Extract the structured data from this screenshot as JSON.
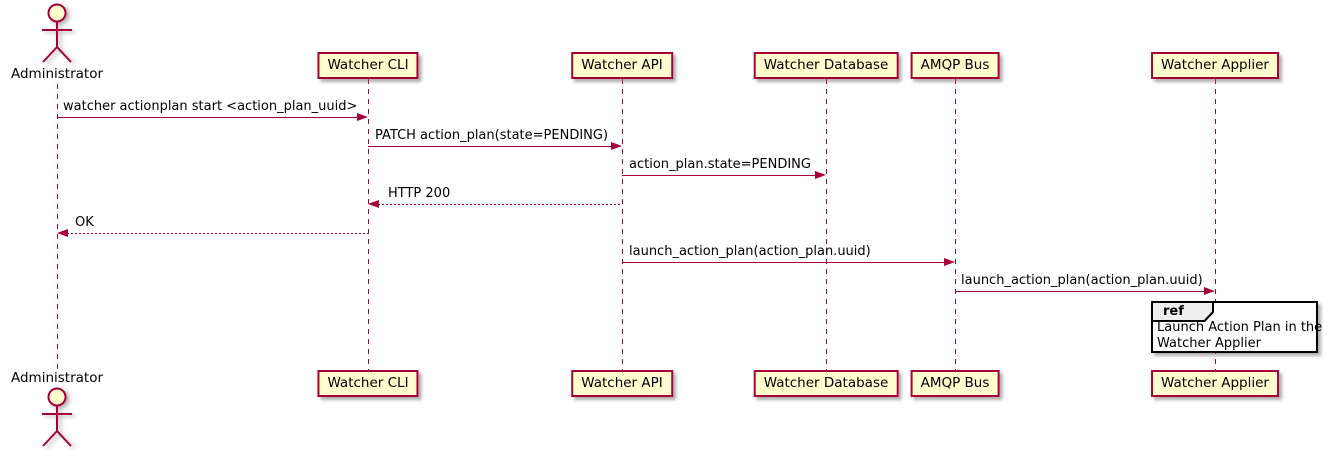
{
  "diagram": {
    "type": "sequence",
    "participants": [
      {
        "label": "Administrator",
        "kind": "actor"
      },
      {
        "label": "Watcher CLI",
        "kind": "participant"
      },
      {
        "label": "Watcher API",
        "kind": "participant"
      },
      {
        "label": "Watcher Database",
        "kind": "participant"
      },
      {
        "label": "AMQP Bus",
        "kind": "participant"
      },
      {
        "label": "Watcher Applier",
        "kind": "participant"
      }
    ],
    "messages": [
      {
        "from": "Administrator",
        "to": "Watcher CLI",
        "label": "watcher actionplan start <action_plan_uuid>",
        "line": "solid",
        "direction": "right"
      },
      {
        "from": "Watcher CLI",
        "to": "Watcher API",
        "label": "PATCH action_plan(state=PENDING)",
        "line": "solid",
        "direction": "right"
      },
      {
        "from": "Watcher API",
        "to": "Watcher Database",
        "label": "action_plan.state=PENDING",
        "line": "solid",
        "direction": "right"
      },
      {
        "from": "Watcher API",
        "to": "Watcher CLI",
        "label": "HTTP 200",
        "line": "dotted",
        "direction": "left"
      },
      {
        "from": "Watcher CLI",
        "to": "Administrator",
        "label": "OK",
        "line": "dotted",
        "direction": "left"
      },
      {
        "from": "Watcher API",
        "to": "AMQP Bus",
        "label": "launch_action_plan(action_plan.uuid)",
        "line": "solid",
        "direction": "right"
      },
      {
        "from": "AMQP Bus",
        "to": "Watcher Applier",
        "label": "launch_action_plan(action_plan.uuid)",
        "line": "solid",
        "direction": "right"
      }
    ],
    "ref": {
      "keyword": "ref",
      "line1": "Launch Action Plan in the",
      "line2": "Watcher Applier",
      "over": "Watcher Applier"
    },
    "colors": {
      "stroke": "#A80036",
      "participant_fill": "#FEFECE",
      "ref_tab_fill": "#EEEEEE",
      "ref_border": "#000000",
      "text": "#000000"
    }
  }
}
